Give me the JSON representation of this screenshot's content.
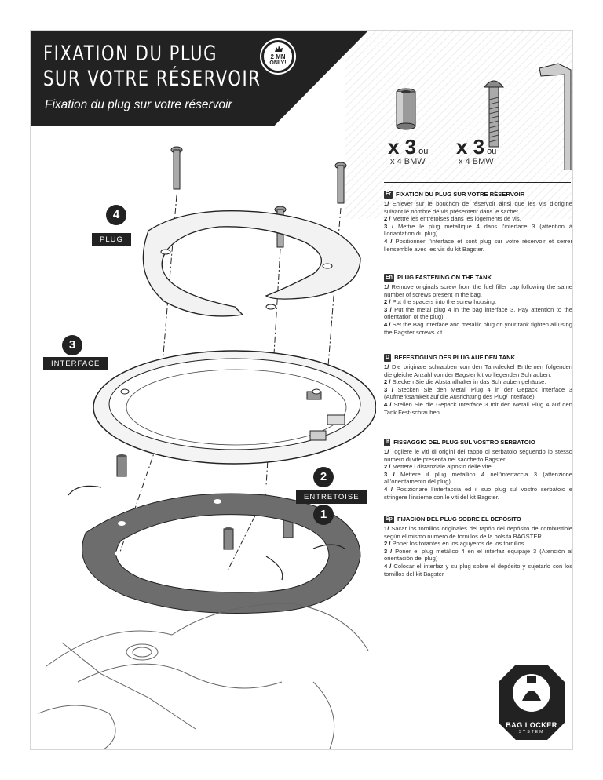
{
  "header": {
    "title_line1": "FIXATION DU PLUG",
    "title_line2": "SUR VOTRE RÉSERVOIR",
    "subtitle": "Fixation du plug sur votre réservoir",
    "badge_top": "2 MN",
    "badge_bottom": "ONLY!"
  },
  "parts": [
    {
      "quantity": "x 3",
      "or": "ou",
      "alt": "x 4 BMW"
    },
    {
      "quantity": "x 3",
      "or": "ou",
      "alt": "x 4 BMW"
    }
  ],
  "labels": {
    "plug": "PLUG",
    "interface": "INTERFACE",
    "entretoise": "ENTRETOISE"
  },
  "steps": [
    "4",
    "3",
    "2",
    "1"
  ],
  "instructions": {
    "fr": {
      "flag": "Fr",
      "heading": "FIXATION DU PLUG SUR VOTRE RÉSERVOIR",
      "lines": [
        {
          "num": "1/",
          "text": " Enlever sur le bouchon de réservoir ainsi que les vis d’origine suivant le nombre de vis présentent dans le sachet ."
        },
        {
          "num": "2 /",
          "text": " Mettre les entretoises dans les logements de vis."
        },
        {
          "num": "3 /",
          "text": " Mettre le plug métallique 4 dans l’interface 3 (attention à l’oriantation du plug)."
        },
        {
          "num": "4 /",
          "text": " Positionner l’interface et sont plug sur votre réservoir et serrer l’ensemble avec les vis du kit Bagster."
        }
      ]
    },
    "en": {
      "flag": "En",
      "heading": "PLUG FASTENING ON THE TANK",
      "lines": [
        {
          "num": "1/",
          "text": " Remove originals screw from the fuel filler cap following the same number of screws present in the bag."
        },
        {
          "num": "2 /",
          "text": " Put the spacers into the screw housing."
        },
        {
          "num": "3 /",
          "text": " Put the metal plug 4 in the bag interface 3. Pay attention to the orientation of the plug)."
        },
        {
          "num": "4 /",
          "text": " Set the Bag interface and metallic plug on your tank tighten all using  the Bagster screws kit."
        }
      ]
    },
    "de": {
      "flag": "D",
      "heading": "BEFESTIGUNG DES PLUG AUF DEN TANK",
      "lines": [
        {
          "num": "1/",
          "text": "  Die originale schrauben von den Tankdeckel Entfernen folgenden die gleiche Anzahl von der Bagster kit vorliegenden Schrauben."
        },
        {
          "num": "2 /",
          "text": " Stecken Sie die Abstandhalter in das Schrauben gehäuse."
        },
        {
          "num": "3 /",
          "text": " Stecken Sie den Metall Plug 4 in der  Gepäck interface 3 (Aufmerksamkeit auf die Ausrichtung des Plug/ Interface)"
        },
        {
          "num": "4 /",
          "text": " Stellen Sie die Gepäck Interface 3 mit den Metall Plug 4 auf den Tank Fest-schrauben."
        }
      ]
    },
    "it": {
      "flag": "It",
      "heading": "FISSAGGIO DEL PLUG SUL VOSTRO SERBATOIO",
      "lines": [
        {
          "num": "1/",
          "text": " Togliere le viti di origini del tappo di serbatoio seguendo lo stesso numero di vite presenta nel sacchetto Bagster"
        },
        {
          "num": "2 /",
          "text": " Mettere i distanziale alposto delle vite."
        },
        {
          "num": "3 /",
          "text": " Mettere il plug metallico 4 nell’interfaccia 3 (attenzione all’orientamento del plug)"
        },
        {
          "num": "4 /",
          "text": " Posizionare l’interfaccia ed il suo plug sul vostro serbatoio e stringere l’insieme con le viti del kit Bagster."
        }
      ]
    },
    "sp": {
      "flag": "Sp",
      "heading": "FIJACIÓN DEL PLUG SOBRE EL DEPÓSITO",
      "lines": [
        {
          "num": "1/",
          "text": " Sacar los tornillos originales del tapón del depósito de combustible según el mismo numero de tornillos de la bolsita BAGSTER"
        },
        {
          "num": "2 /",
          "text": " Poner los torantes en los aguyeros de los tornillos."
        },
        {
          "num": "3 /",
          "text": " Poner el plug metálico 4 en el interfaz equipaje 3 (Atención al orientación del plug)"
        },
        {
          "num": "4 /",
          "text": " Colocar el interfaz y su plug sobre el depósito y sujetarlo con los tornillos del kit Bagster"
        }
      ]
    }
  },
  "logo": {
    "name": "BAG LOCKER",
    "system": "SYSTEM"
  }
}
